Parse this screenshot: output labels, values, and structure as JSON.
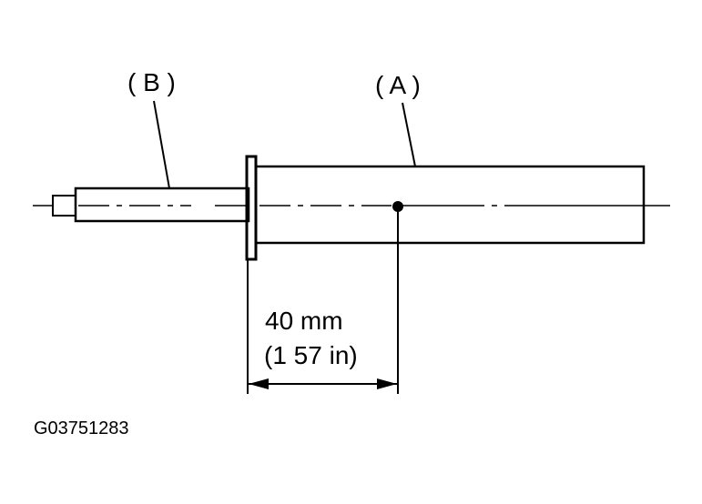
{
  "labels": {
    "b": "( B )",
    "a": "( A )"
  },
  "dimension": {
    "metric": "40 mm",
    "imperial": "(1 57 in)"
  },
  "figure_id": "G03751283",
  "colors": {
    "line": "#000000",
    "background": "#ffffff"
  }
}
